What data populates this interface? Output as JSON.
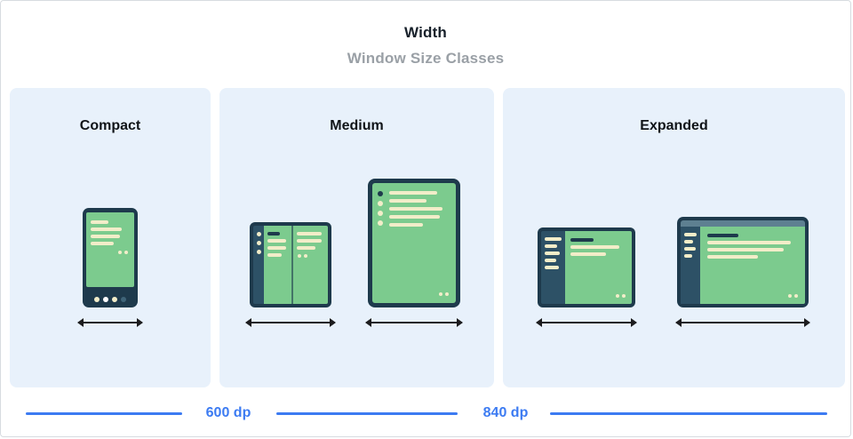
{
  "header": {
    "title": "Width",
    "subtitle": "Window Size Classes"
  },
  "panels": [
    {
      "label": "Compact",
      "devices": [
        "phone-portrait"
      ]
    },
    {
      "label": "Medium",
      "devices": [
        "foldable-open",
        "tablet-portrait"
      ]
    },
    {
      "label": "Expanded",
      "devices": [
        "tablet-landscape",
        "desktop-window"
      ]
    }
  ],
  "ruler": {
    "breakpoints": [
      {
        "label": "600 dp"
      },
      {
        "label": "840 dp"
      }
    ]
  },
  "colors": {
    "panel_background": "#e8f1fb",
    "device_frame": "#1e3a4c",
    "device_sidebar": "#2d5166",
    "device_screen_green": "#7ccb8e",
    "screen_line_cream": "#f2edc9",
    "accent_blue": "#3c7bf2",
    "subtitle_gray": "#9aa0a6"
  }
}
